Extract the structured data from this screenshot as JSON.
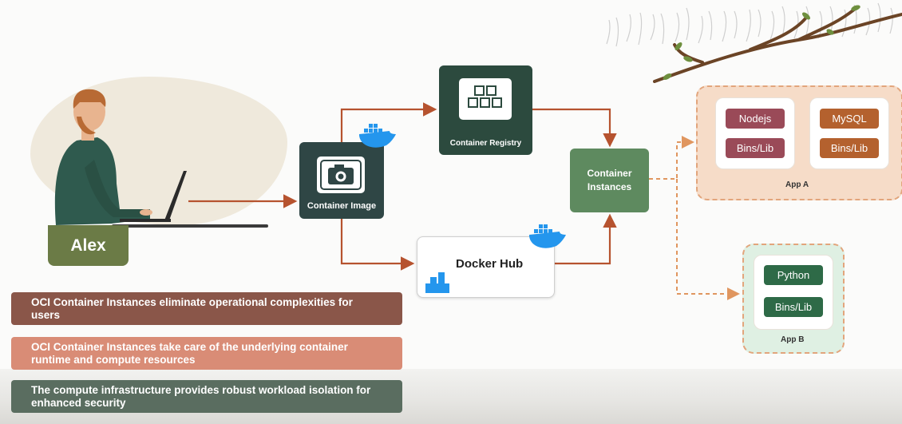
{
  "person": {
    "name": "Alex"
  },
  "nodes": {
    "container_image": "Container Image",
    "container_registry": "Container Registry",
    "docker_hub": "Docker Hub",
    "container_instances": "Container Instances"
  },
  "app_a": {
    "label": "App A",
    "left_stack": [
      "Nodejs",
      "Bins/Lib"
    ],
    "right_stack": [
      "MySQL",
      "Bins/Lib"
    ]
  },
  "app_b": {
    "label": "App B",
    "stack": [
      "Python",
      "Bins/Lib"
    ]
  },
  "banners": [
    "OCI Container Instances eliminate operational complexities for users",
    "OCI Container Instances take care of the underlying container runtime and compute resources",
    "The compute infrastructure provides robust workload isolation for enhanced security"
  ],
  "colors": {
    "arrow": "#b6532f",
    "dashed_arrow": "#e0965f",
    "banner_1": "#8a5649",
    "banner_2": "#d98c76",
    "banner_3": "#5a6d60"
  }
}
